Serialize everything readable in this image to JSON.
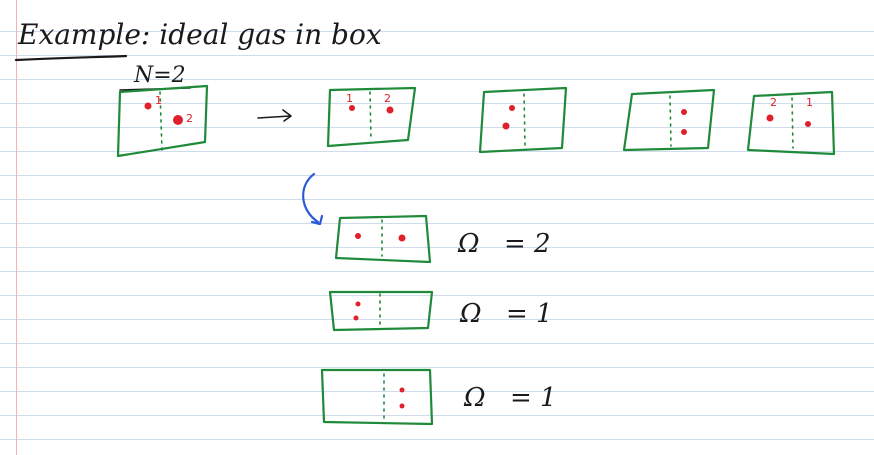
{
  "heading": "Example:  ideal gas  in  box",
  "particle_count_label": "N=2",
  "particle_labels": {
    "one": "1",
    "two": "2"
  },
  "multiplicity": [
    {
      "symbol": "Ω",
      "relation": "= 2"
    },
    {
      "symbol": "Ω",
      "relation": "= 1"
    },
    {
      "symbol": "Ω",
      "relation": "= 1"
    }
  ],
  "colors": {
    "ink": "#1a1a1a",
    "box": "#1f8a3a",
    "particle": "#e0202a",
    "rule": "#cfdcec",
    "margin": "#f2b4b4"
  }
}
